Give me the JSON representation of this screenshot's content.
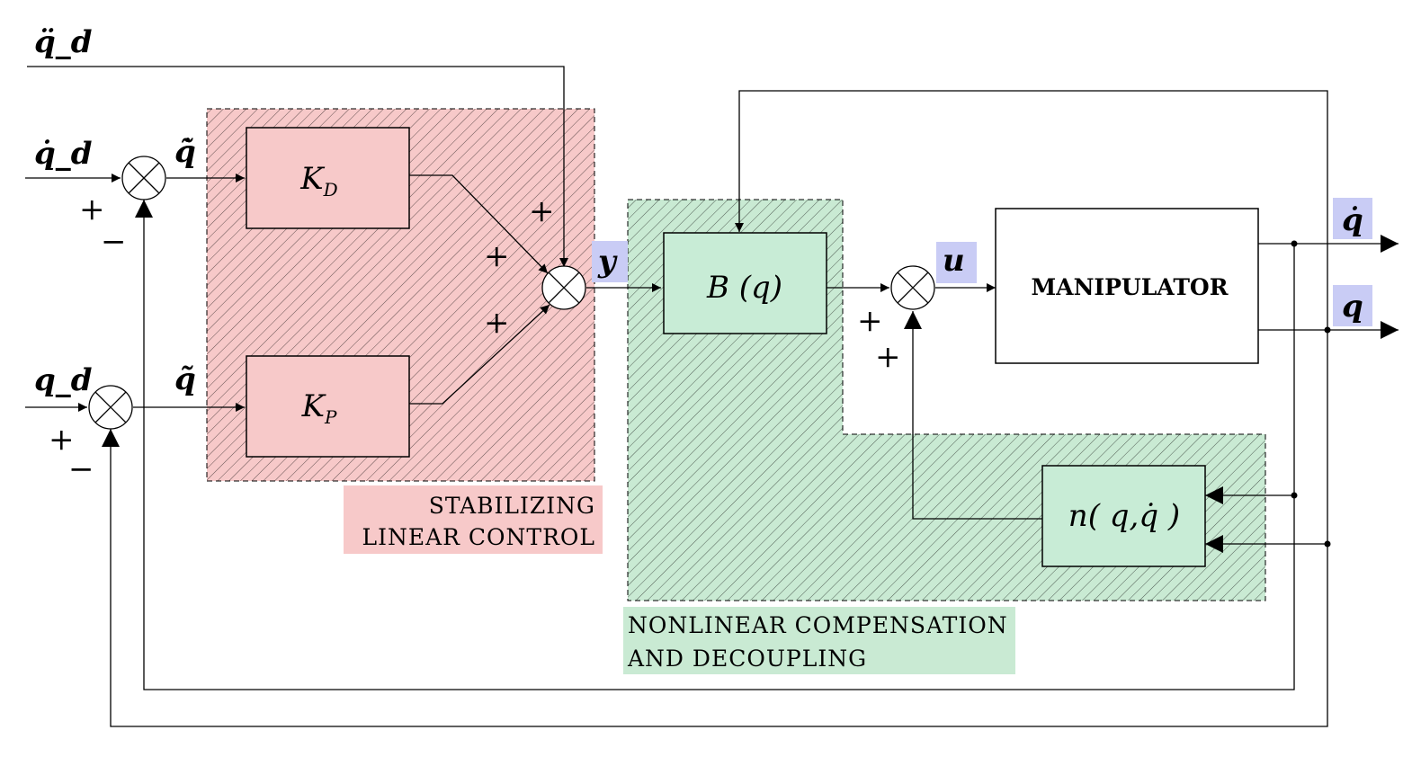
{
  "colors": {
    "linear_region_fill": "#f7c9c9",
    "nonlinear_region_fill": "#c9ead3",
    "linear_block_fill": "#f7c9c9",
    "nonlinear_block_fill": "#c8ecd6",
    "output_highlight": "#c9ccf5",
    "line": "#000000"
  },
  "inputs": {
    "qdd_ref": "q̈_d",
    "qd_ref": "q̇_d",
    "q_ref": "q_d"
  },
  "errors": {
    "qdot_tilde": "q̃̇",
    "q_tilde": "q̃"
  },
  "blocks": {
    "kd": {
      "main": "K",
      "sub": "D"
    },
    "kp": {
      "main": "K",
      "sub": "P"
    },
    "bq": "B (q)",
    "manipulator": "MANIPULATOR",
    "n": "n( q,q̇ )"
  },
  "signals": {
    "y": "y",
    "u": "u",
    "qdot_out": "q̇",
    "q_out": "q"
  },
  "signs": {
    "plus": "+",
    "minus": "−"
  },
  "region_labels": {
    "linear": [
      "STABILIZING",
      "LINEAR  CONTROL"
    ],
    "nonlinear": [
      "NONLINEAR  COMPENSATION",
      "AND  DECOUPLING"
    ]
  }
}
